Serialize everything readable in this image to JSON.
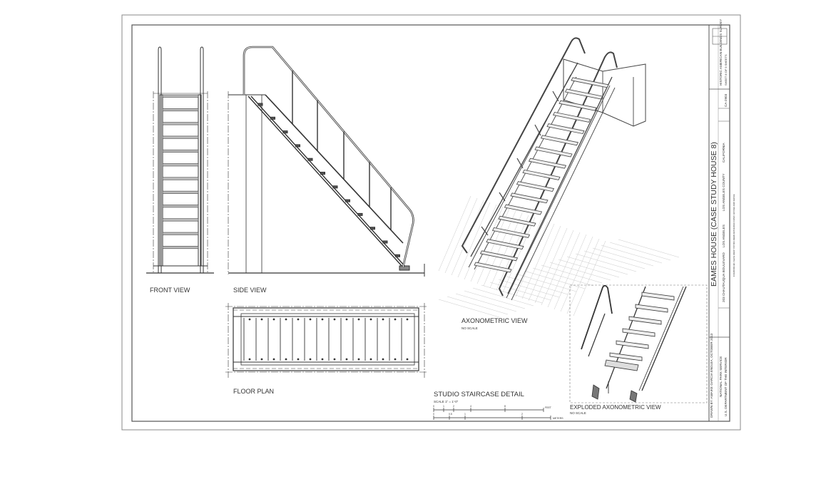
{
  "views": {
    "front": "FRONT VIEW",
    "side": "SIDE VIEW",
    "plan": "FLOOR PLAN",
    "axon": "AXONOMETRIC VIEW",
    "axon_scale": "NO SCALE",
    "exploded": "EXPLODED AXONOMETRIC VIEW",
    "exploded_scale": "NO SCALE"
  },
  "detail": {
    "title": "STUDIO STAIRCASE DETAIL",
    "scale": "SCALE 1\" = 1'-0\"",
    "feet_unit": "FEET",
    "meters_unit": "METERS",
    "feet_ticks": [
      "0",
      "1",
      "2",
      "4",
      "8"
    ],
    "meter_ticks": [
      "0",
      "0.5",
      "1",
      "2"
    ]
  },
  "title_block": {
    "project": "EAMES HOUSE (CASE STUDY HOUSE 8)",
    "address": "203 CHAUTAUQUA BOULEVARD",
    "city": "LOS ANGELES",
    "county": "LOS ANGELES COUNTY",
    "state": "CALIFORNIA",
    "drawn_by": "DRAWN BY: AMAIKE GARCIA ENGUIA, OCTOBER 2013",
    "agency": "NATIONAL PARK SERVICE",
    "department": "U.S. DEPARTMENT OF THE INTERIOR",
    "survey": "HISTORIC AMERICAN BUILDINGS SURVEY",
    "survey_no": "CA-2903",
    "sheet": "SHEET 8 OF 9 SHEETS",
    "fine_print": "IF REPRODUCED, PLEASE CREDIT: HISTORIC AMERICAN BUILDINGS SURVEY, NATIONAL PARK SERVICE"
  }
}
